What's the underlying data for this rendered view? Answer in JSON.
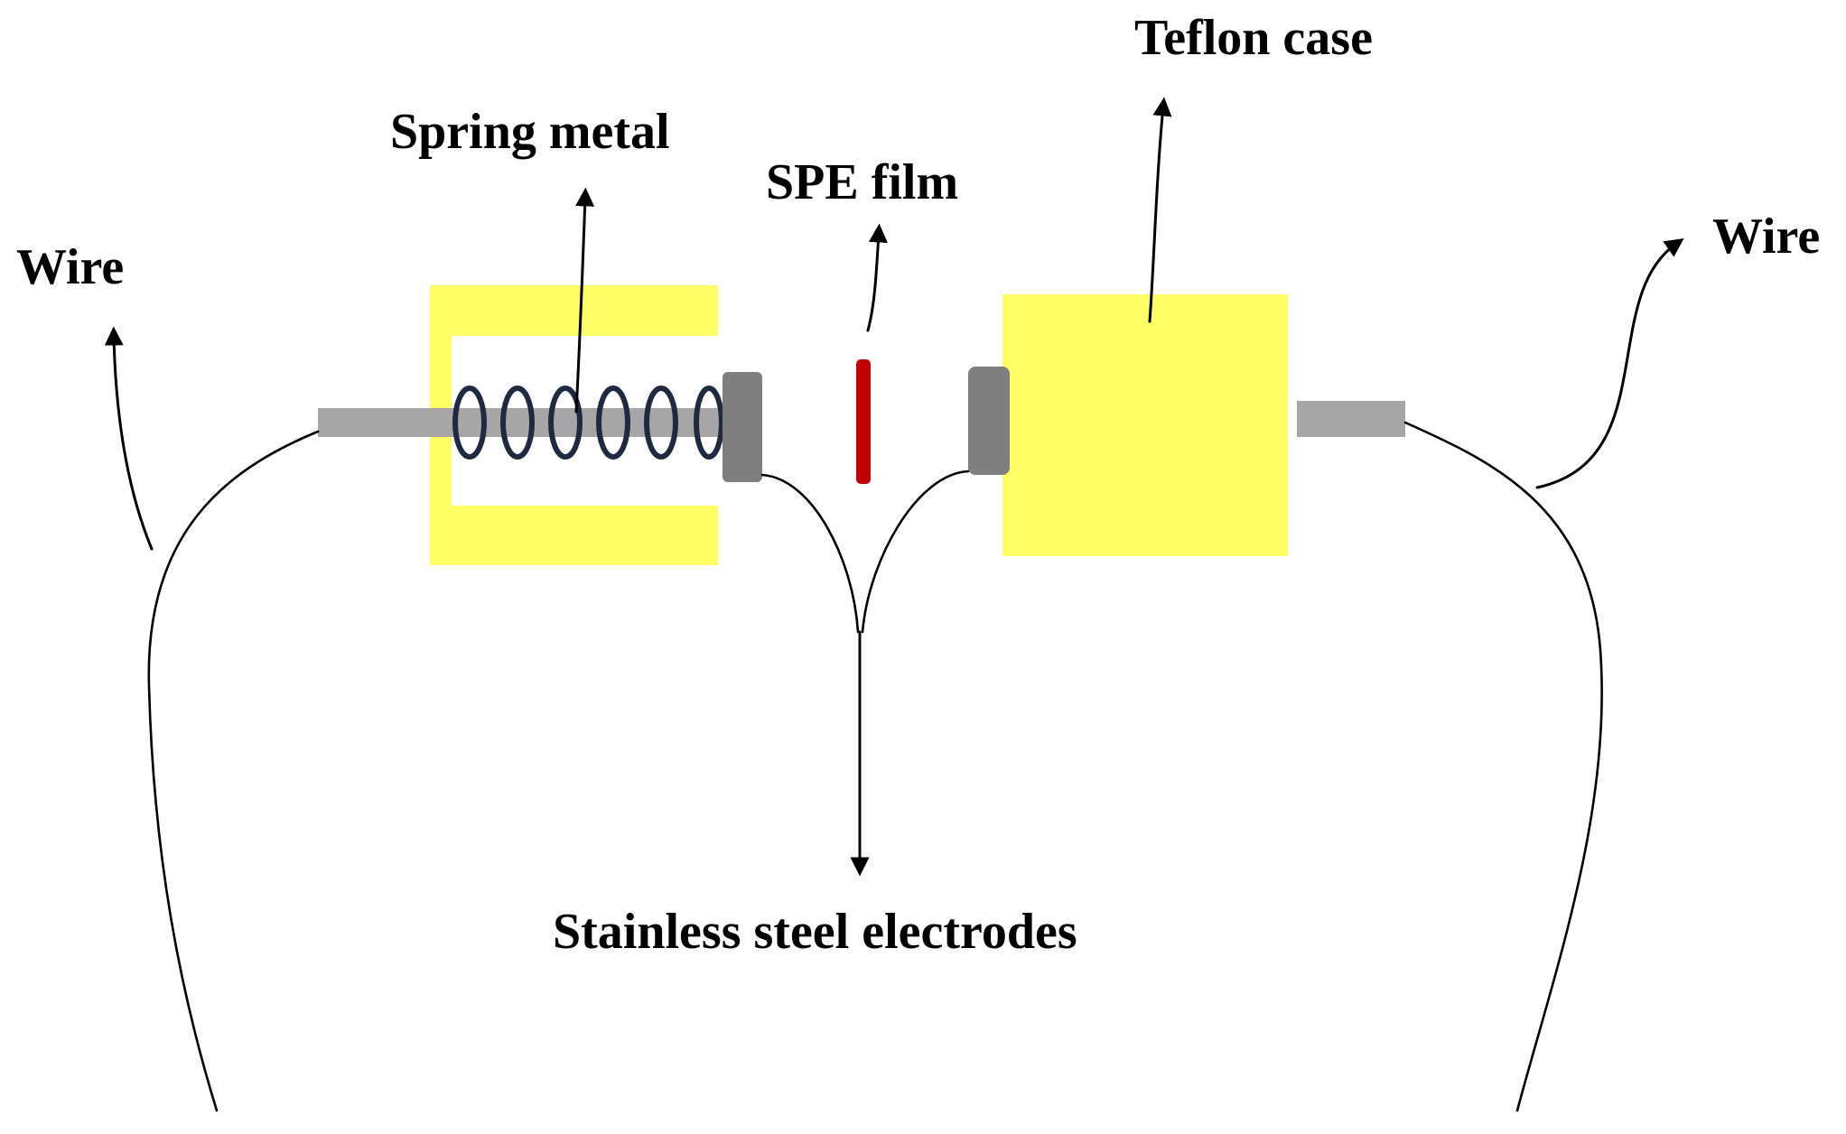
{
  "labels": {
    "wire_left": "Wire",
    "spring_metal": "Spring metal",
    "spe_film": "SPE film",
    "teflon_case": "Teflon case",
    "wire_right": "Wire",
    "electrodes": "Stainless steel electrodes"
  },
  "colors": {
    "teflon": "#FFFF66",
    "rod": "#A6A6A6",
    "electrode": "#7F7F7F",
    "spe_film": "#C00000",
    "spring": "#1F2A40",
    "line": "#000000",
    "background": "#FFFFFF"
  }
}
